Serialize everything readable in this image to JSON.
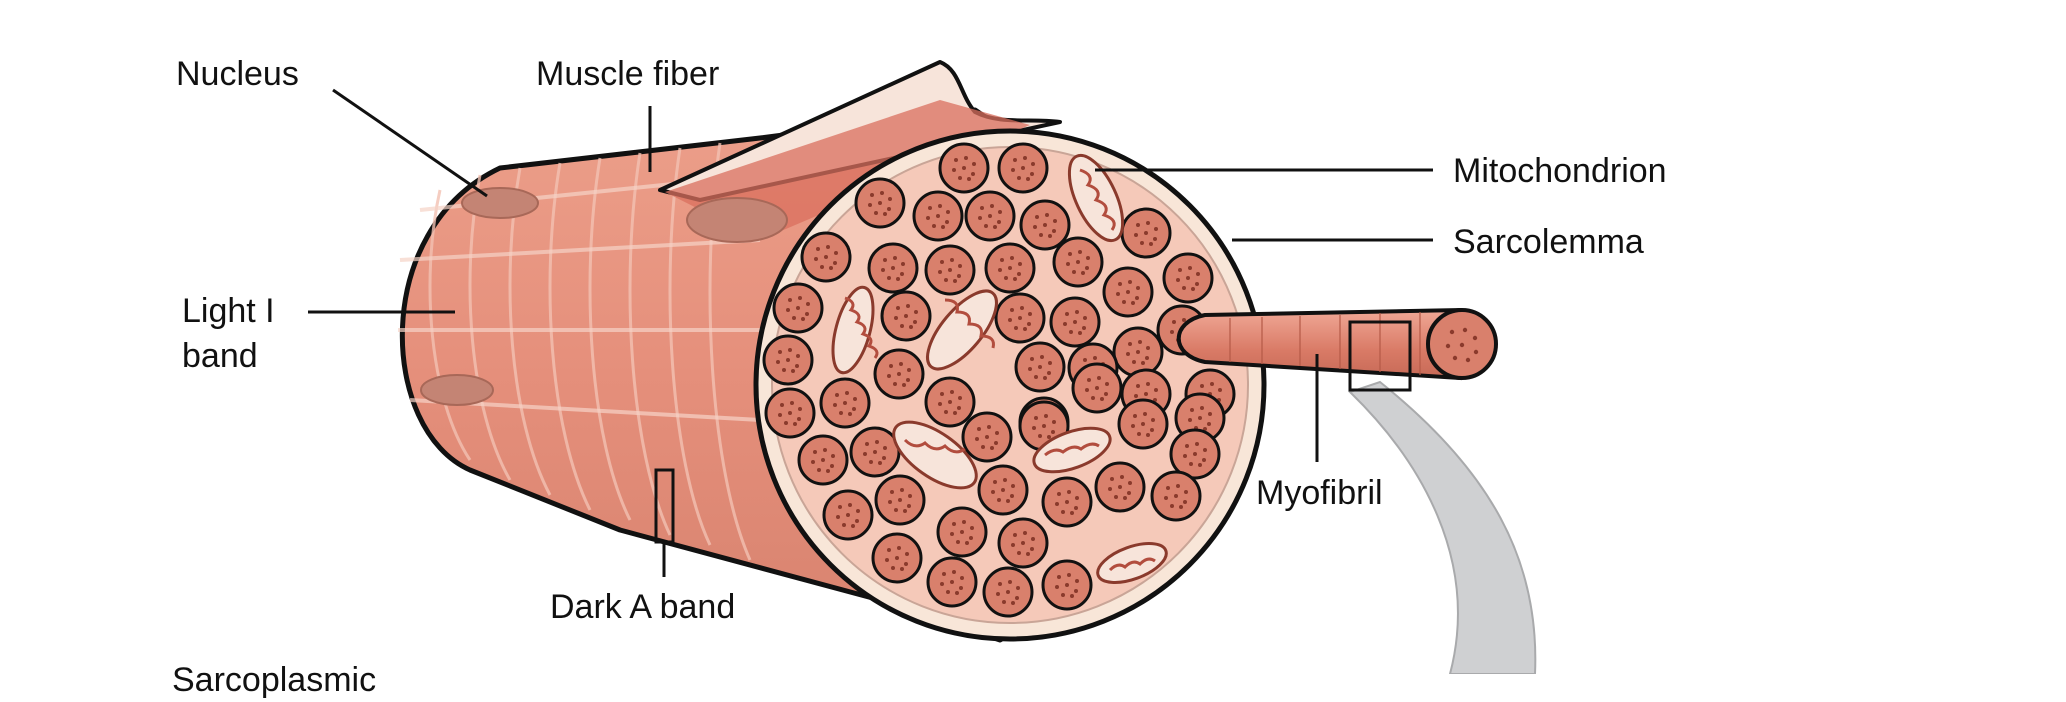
{
  "labels": {
    "nucleus": "Nucleus",
    "muscle_fiber": "Muscle fiber",
    "mitochondrion": "Mitochondrion",
    "sarcolemma": "Sarcolemma",
    "light_band_line1": "Light I",
    "light_band_line2": "band",
    "myofibril": "Myofibril",
    "dark_band": "Dark A band",
    "cut_off_text": "Sarcoplasmic"
  },
  "colors": {
    "outline": "#111111",
    "fiber_fill": "#e08a76",
    "fiber_highlight": "#f3c1b2",
    "cross_section": "#f5c9b9",
    "myofibril_fill": "#d9806c",
    "myofibril_dots": "#8a3a2c",
    "nucleus_fill": "#c48474",
    "sarcolemma_rim": "#f8e6d8",
    "callout_gray": "#cfd0d2",
    "leader_line": "#111111"
  }
}
